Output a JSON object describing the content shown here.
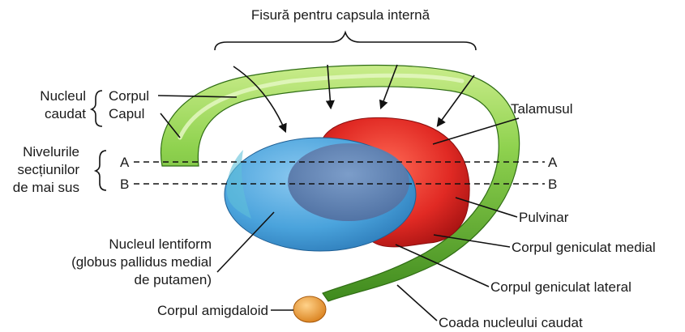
{
  "title": "Fisură pentru capsula internă",
  "labels": {
    "nucleul": "Nucleul",
    "caudat": "caudat",
    "corpul": "Corpul",
    "capul": "Capul",
    "nivelurile": "Nivelurile",
    "sectiunilor": "secțiunilor",
    "de_mai_sus": "de mai sus",
    "level_a": "A",
    "level_b": "B",
    "level_a_right": "A",
    "level_b_right": "B",
    "talamusul": "Talamusul",
    "pulvinar": "Pulvinar",
    "corpul_geniculat_medial": "Corpul geniculat medial",
    "corpul_geniculat_lateral": "Corpul geniculat lateral",
    "coada_nucleului_caudat": "Coada nucleului caudat",
    "nucleul_lentiform": "Nucleul lentiform",
    "globus_pallidus": "(globus pallidus medial",
    "de_putamen": "de putamen)",
    "corpul_amigdaloid": "Corpul amigdaloid"
  },
  "colors": {
    "caudate": "#7cc242",
    "caudate_dark": "#3f8a1e",
    "thalamus": "#e12a24",
    "lentiform": "#4aa3dc",
    "globus_pallidus": "#5d7fb0",
    "amygdala": "#f0a23a"
  }
}
